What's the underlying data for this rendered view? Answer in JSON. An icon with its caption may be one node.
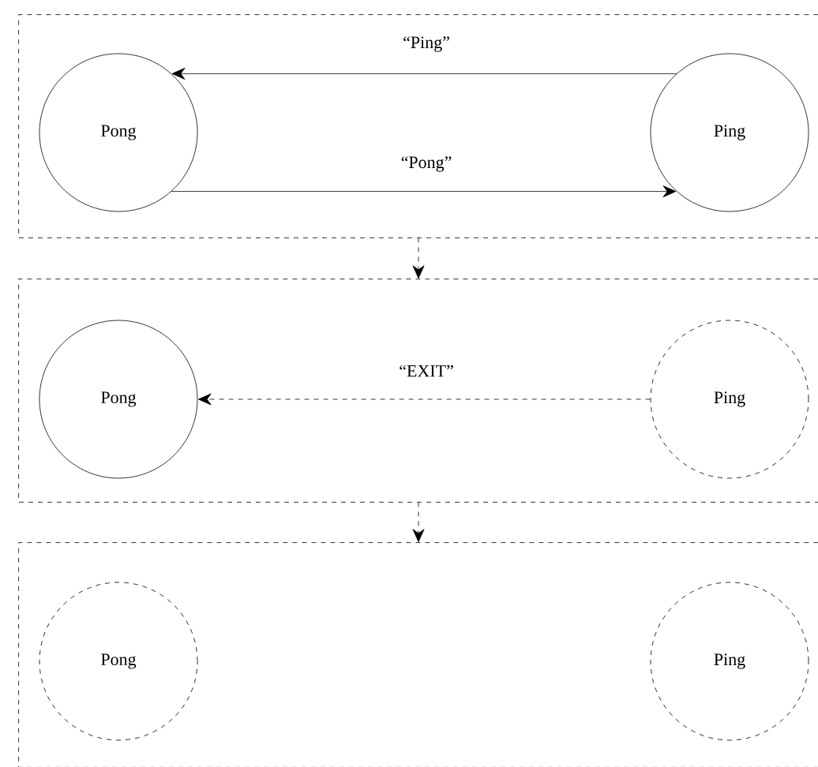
{
  "diagram": {
    "nodes": [
      {
        "text": [],
        "shape": "box"
      },
      {
        "text": [
          "Pong"
        ],
        "in": 0
      },
      {
        "text": [
          "Ping"
        ],
        "in": 0
      },
      {
        "text": [],
        "shape": "box"
      },
      {
        "text": [
          "Pong"
        ],
        "in": 3
      },
      {
        "text": [
          "Ping"
        ],
        "in": 3
      },
      {
        "text": [],
        "shape": "box"
      },
      {
        "text": [
          "Pong"
        ],
        "in": 6
      },
      {
        "text": [
          "Ping"
        ],
        "in": 6
      }
    ],
    "edges": [
      {
        "from": 2,
        "to": 1,
        "arrow": "to",
        "label": "“Ping”"
      },
      {
        "from": 1,
        "to": 2,
        "arrow": "to",
        "label": "“Pong”"
      },
      {
        "from": 5,
        "to": 4,
        "arrow": "to",
        "label": "“EXIT”",
        "style": "dashed"
      },
      {
        "from": 0,
        "to": 3,
        "arrow": "to",
        "style": "dashed"
      },
      {
        "from": 3,
        "to": 6,
        "arrow": "to",
        "style": "dashed"
      }
    ]
  }
}
